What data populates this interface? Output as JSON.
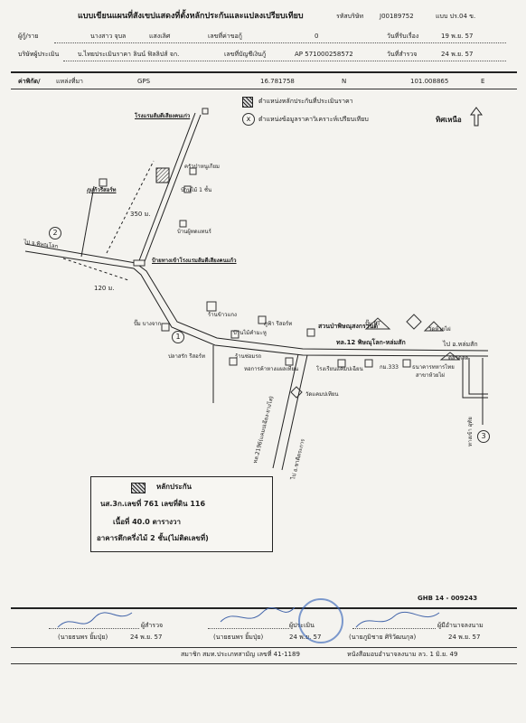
{
  "header": {
    "title": "แบบเขียนแผนที่สังเขปแสดงที่ตั้งหลักประกันและแปลงเปรียบเทียบ",
    "ref_label": "รหัสบริษัท",
    "ref_value": "J00189752",
    "form_code": "แบบ ปร.04 ข.",
    "seller_label": "ผู้กู้/ราย",
    "seller_name": "นางสาว จุบล",
    "seller_surname": "แสงเลิศ",
    "loan_no_label": "เลขที่ค่าขอกู้",
    "loan_no_value": "0",
    "received_label": "วันที่รับเรื่อง",
    "received_date": "19 พ.ย. 57",
    "appraiser_label": "บริษัทผู้ประเมิน",
    "appraiser_name": "บ.ไทยประเมินราคา ลินน์ ฟิลลิปส์ จก.",
    "account_label": "เลขที่บัญชีเงินกู้",
    "account_value": "AP 571000258572",
    "survey_label": "วันที่สำรวจ",
    "survey_date": "24 พ.ย. 57",
    "coord_label": "ค่าพิกัด/",
    "source_label": "แหล่งที่มา",
    "source_value": "GPS",
    "lat": "16.781758",
    "lat_dir": "N",
    "lon": "101.008865",
    "lon_dir": "E"
  },
  "legend_top": {
    "collateral_position": "ตำแหน่งหลักประกันที่ประเมินราคา",
    "comparison_position": "ตำแหน่งข้อมูลราคาวิเคราะห์เปรียบเทียบ",
    "compare_mark": "x",
    "north": "ทิศเหนือ"
  },
  "map": {
    "label_resort": "โรงแรมส้มดีเสียงคนเก่ว",
    "label_kitchen": "ครัวป่าหนูเกียม",
    "label_house": "บ้านไม้ 1 ชั้น",
    "label_bhumi": "ภูแก้วรีสอร์ท",
    "label_shop": "บ้านผู้ทดแทนร์",
    "dist_350": "350 ม.",
    "dist_120": "120 ม.",
    "sign": "ป้ายทางเข้าโรงแรมส้มดีเสียงคนแก้ว",
    "road_to_phitsanulok": "ไป จ.พิษณุโลก",
    "gas_pump": "ปั๊ม บางจาก",
    "restaurant": "ปลาสรัก รีสอร์ท",
    "rice_shop": "ร้านข้าวแกง",
    "house_maikham": "บ้านไม้คำมะหู",
    "phufa": "ภูฟ้า รีสอร์ท",
    "garage": "ร้านซ่อมรถ",
    "camp": "สวนป่าพิษณุสงกรานต์",
    "highway": "ทล.12 พิษณุโลก-หล่มสัก",
    "pt": "ปั๊ม PT",
    "temple_bwai": "วัดห้วยไผ่",
    "to_lomsak": "ไป อ.หล่มสัก",
    "market": "ตลาดสด",
    "bank": "ธนาคารทหารไทย",
    "bank_branch": "สาขาห้วยไผ่",
    "school": "โรงเรียนแคมปเฉียน",
    "km": "กม.333",
    "police": "หอการค้าหางแผลเทียน",
    "temple_khaem": "วัดแคมปเทียน",
    "road_2196": "ทล.2196(แคมปเฉียง-ยางไส)",
    "to_chattrakan": "ไป อ.ชาติตระการ",
    "to_uthai": "ทางเข้า อุทัย",
    "marker_1": "1",
    "marker_2": "2",
    "marker_3": "3"
  },
  "collateral": {
    "title": "หลักประกัน",
    "deed": "นส.3ก.เลขที่ 761 เลขที่ดิน 116",
    "area": "เนื้อที่ 40.0 ตารางวา",
    "building": "อาคารตึกครึ่งไม้ 2 ชั้น(ไม่ติดเลขที่)"
  },
  "footer": {
    "doc_code": "GHB 14 - 009243",
    "surveyor_role": "ผู้สำรวจ",
    "surveyor_name": "(นายธนพร ยิ้มปุ่ย)",
    "surveyor_date": "24 พ.ย. 57",
    "appraiser_role": "ผู้ประเมิน",
    "appraiser_name": "(นายธนพร ยิ้มปุ่ย)",
    "appraiser_date": "24 พ.ย. 57",
    "approver_role": "ผู้มีอำนาจลงนาม",
    "approver_name": "(นายภูมิชาย ศิริวัฒนกุล)",
    "approver_date": "24 พ.ย. 57",
    "member_line": "สมาชิก สมท.ประเภทสามัญ เลขที่ 41-1189",
    "license_line": "หนังสือมอบอำนาจลงนาม ลว. 1 มิ.ย. 49"
  }
}
